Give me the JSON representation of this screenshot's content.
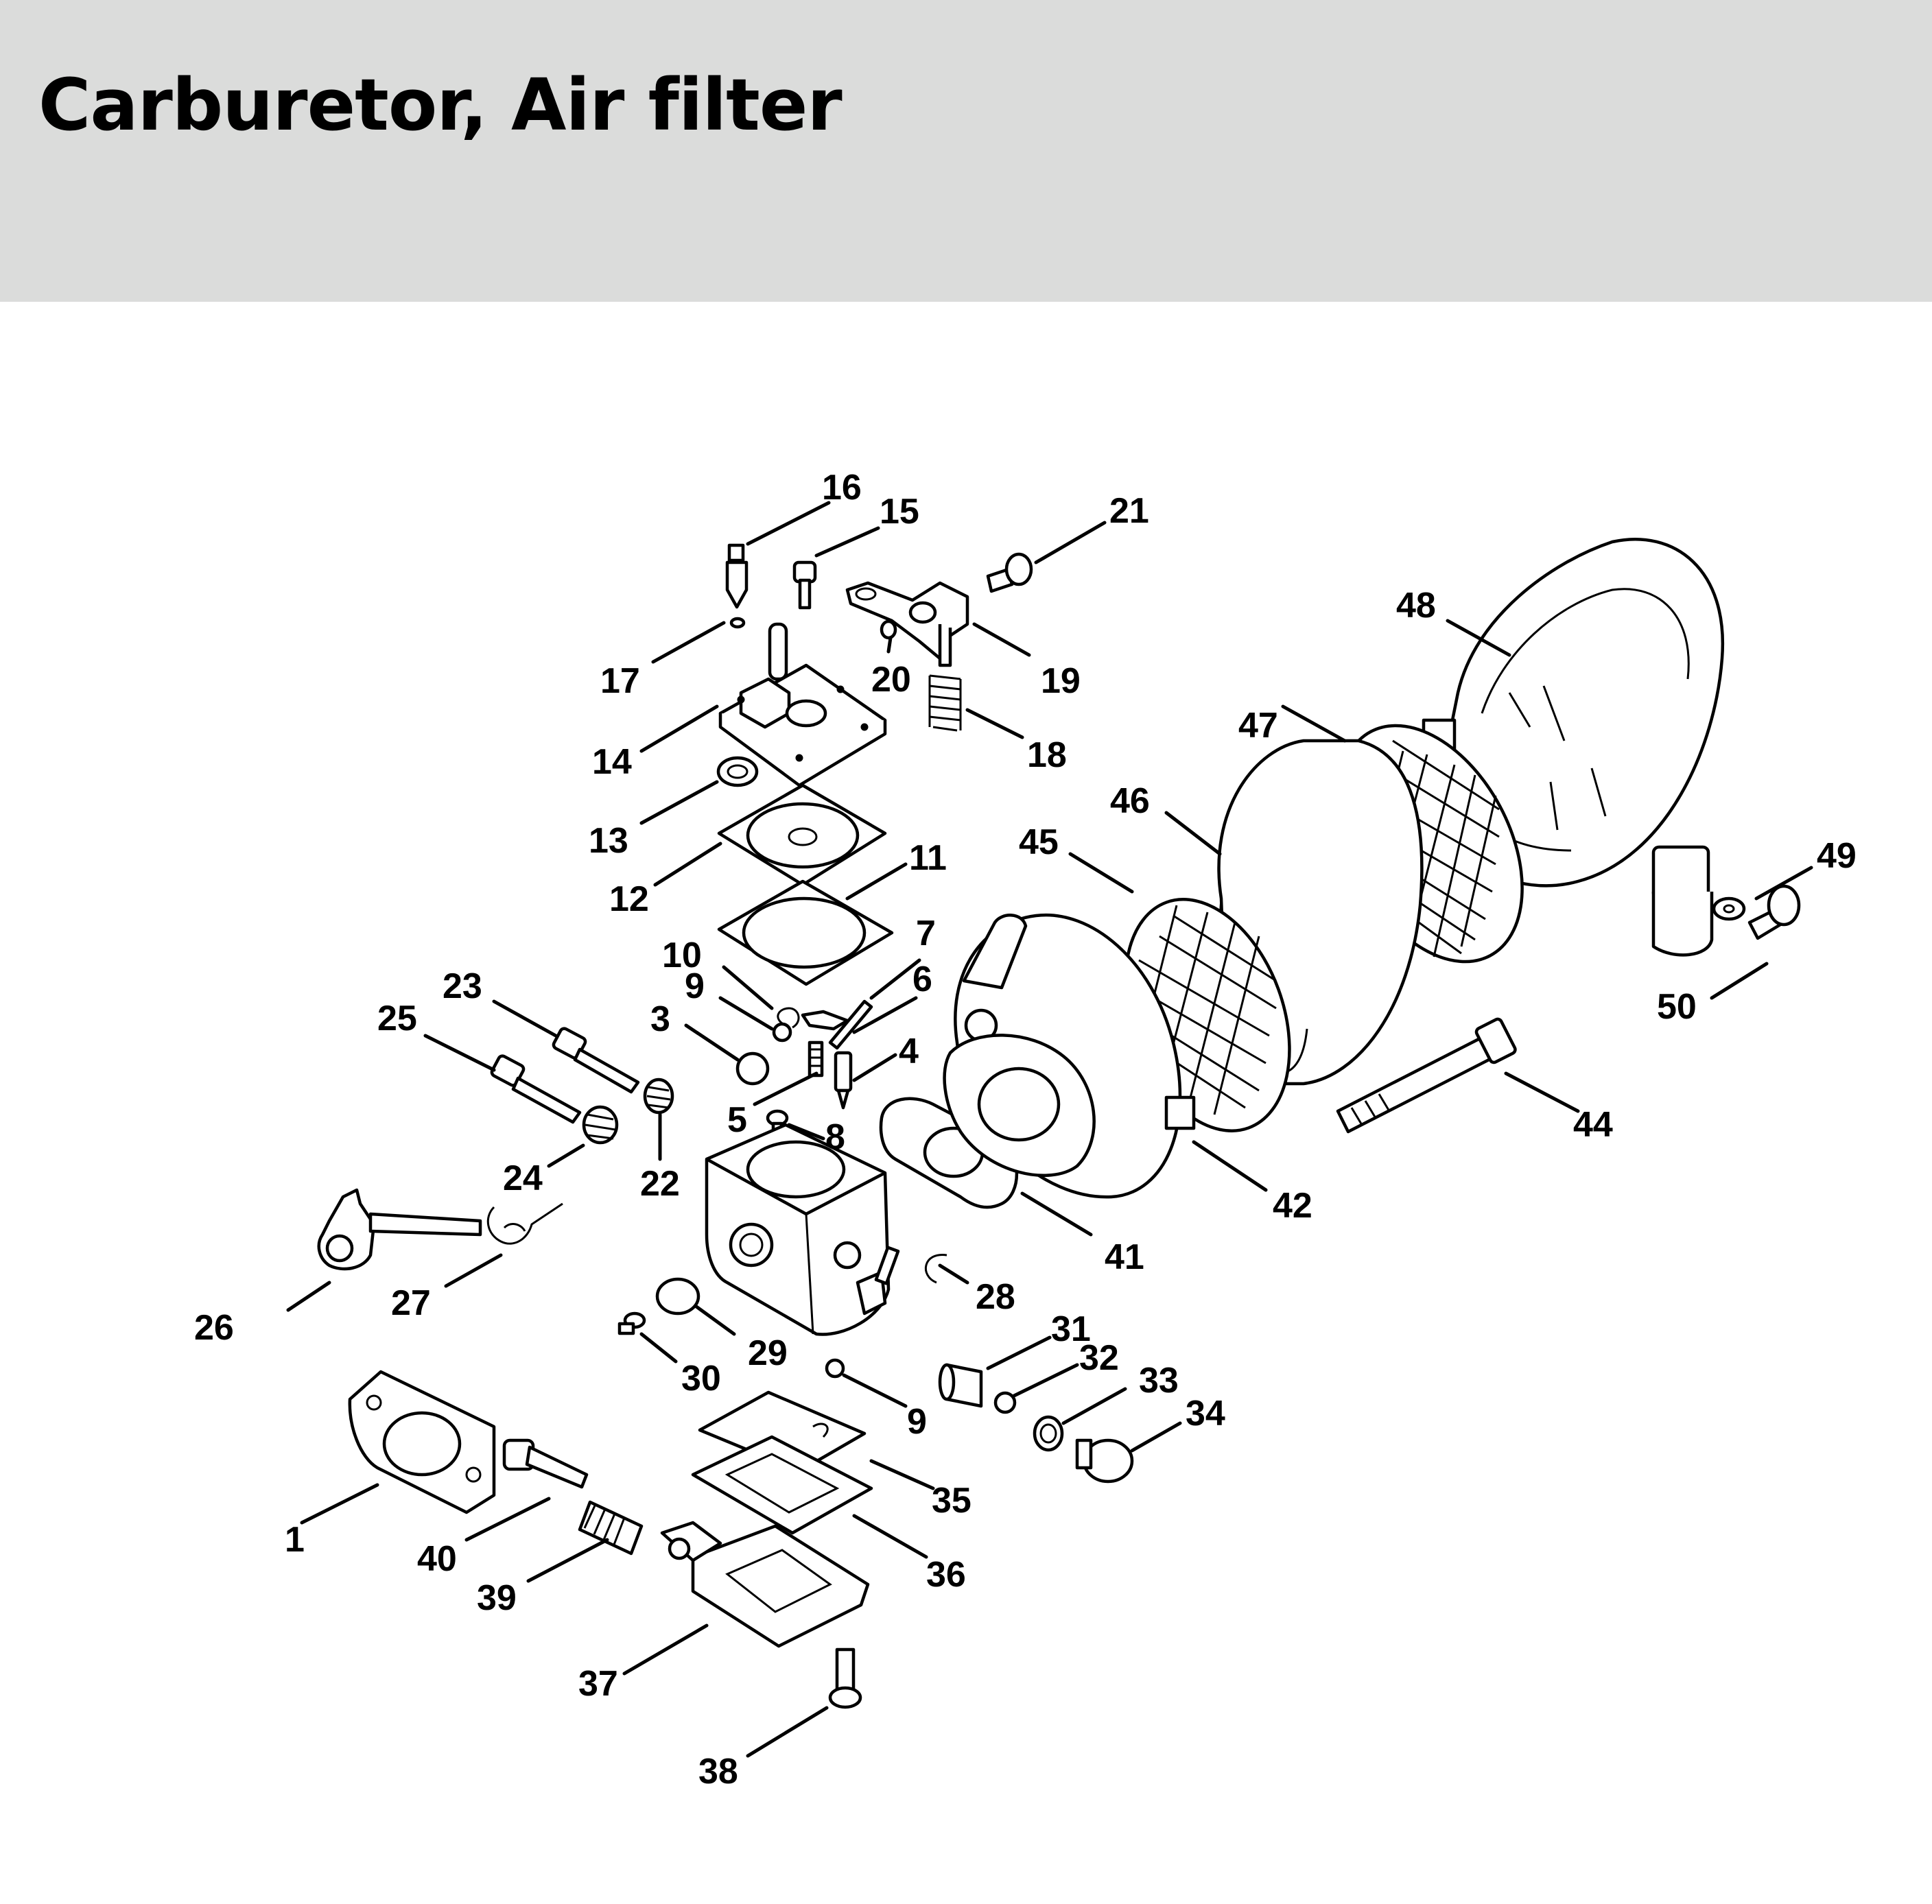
{
  "header": {
    "title": "Carburetor, Air filter",
    "background": "#dbdcdb"
  },
  "diagram": {
    "labels": [
      "1",
      "3",
      "4",
      "5",
      "6",
      "7",
      "8",
      "9",
      "9",
      "10",
      "11",
      "12",
      "13",
      "14",
      "15",
      "16",
      "17",
      "18",
      "19",
      "20",
      "21",
      "22",
      "23",
      "24",
      "25",
      "26",
      "27",
      "28",
      "29",
      "30",
      "31",
      "32",
      "33",
      "34",
      "35",
      "36",
      "37",
      "38",
      "39",
      "40",
      "41",
      "42",
      "44",
      "45",
      "46",
      "47",
      "48",
      "49",
      "50"
    ]
  }
}
